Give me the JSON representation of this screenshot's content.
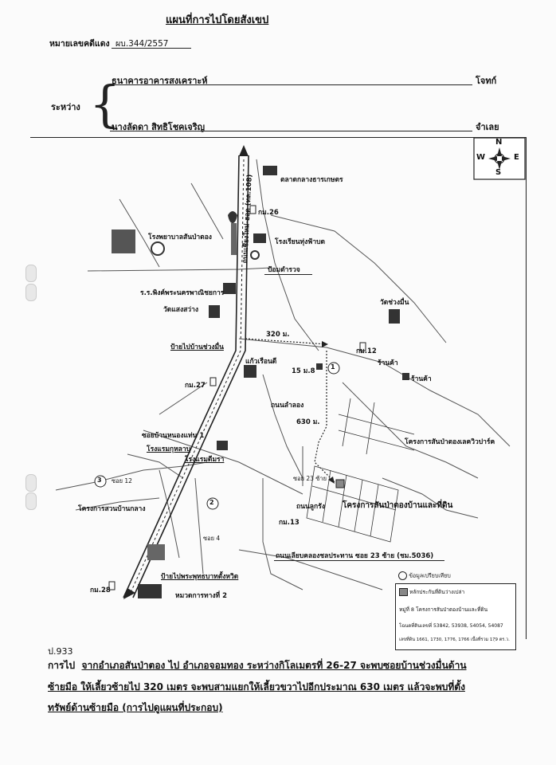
{
  "header": {
    "title": "แผนที่การไปโดยสังเขป",
    "case_label": "หมายเลขคดีแดง",
    "case_number": "ผบ.344/2557"
  },
  "parties": {
    "between_label": "ระหว่าง",
    "plaintiff": "ธนาคารอาคารสงเคราะห์",
    "plaintiff_role": "โจทก์",
    "defendant": "นางลัดดา สิทธิโชคเจริญ",
    "defendant_role": "จำเลย"
  },
  "compass": {
    "n": "N",
    "s": "S",
    "e": "E",
    "w": "W"
  },
  "map": {
    "market": "ตลาดกลางธารเกษตร",
    "km26": "กม.26",
    "hospital": "โรงพยาบาลสันป่าตอง",
    "school": "โรงเรียนทุ่งฟ้าบด",
    "police": "ป้อมตำรวจ",
    "pingkasem_school": "ร.ร.พิงค์พระนครพาณิชยการ",
    "wat_saengsawang": "วัดแสงสว่าง",
    "wat_chuang_muen": "วัดช่วงมื่น",
    "sign_baan_chuang_muen": "ป้ายไปบ้านช่วงมื่น",
    "dist_320": "320 ม.",
    "km12": "กม.12",
    "store1": "ร้านค้า",
    "store2": "ร้านค้า",
    "kaew_ruean_dee": "แก้วเรือนดี",
    "km27": "กม.27",
    "moo8": "15 ม.8",
    "circle1": "1",
    "dirt_road": "ถนนลำลอง",
    "dist_630": "630 ม.",
    "soi_nong_thaen": "ซอยบ้านหนองแท่น 1",
    "guest_house": "โรงแรมกุหลาบ",
    "hotel2": "โรงแรมดีมรา",
    "village_project": "โครงการสันป่าตองเลควิวปาร์ค",
    "circle3": "3",
    "circle2": "2",
    "soi_12": "ซอย 12",
    "soi_4": "ซอย 4",
    "soi_23": "ซอย 23 ซ้าย",
    "suan_baan_klang": "โครงการสวนบ้านกลาง",
    "paved_road": "ถนนลูกรัง",
    "property_project": "โครงการสันป่าตองบ้านและที่ดิน",
    "km13": "กม.13",
    "canal_road": "ถนนเลียบคลองชลประทาน ซอย 23 ซ้าย (ชม.5036)",
    "highway_label": "ถนนเชียงใหม่-ฮอด (ทล.108)",
    "km28": "กม.28",
    "sign_buddha": "ป้ายไปพระพุทธบาทตั้งหวิด",
    "district_office": "หมวดการทางที่ 2"
  },
  "legend": {
    "note": "ข้อมูลเปรียบเทียบ",
    "property_marker": "หลักประกันที่ดินว่างเปล่า",
    "project_line": "หมู่ที่ 8 โครงการสันป่าตองบ้านและที่ดิน",
    "deeds": "โฉนดที่ดินเลขที่ 53842, 53938, 54054, 54087",
    "land_nos": "เลขที่ดิน 1661, 1730, 1776, 1766 เนื้อที่รวม 17ฺ9 ตร.ว."
  },
  "footer": {
    "code": "ป.933",
    "line1a": "การไป",
    "line1b": "จากอำเภอสันป่าตอง ไป อำเภอจอมทอง ระหว่างกิโลเมตรที่ 26-27 จะพบซอยบ้านช่วงมื่นด้าน",
    "line2": "ซ้ายมือ ให้เลี้ยวซ้ายไป 320 เมตร จะพบสามแยกให้เลี้ยวขวาไปอีกประมาณ 630 เมตร   แล้วจะพบที่ตั้ง",
    "line3": "ทรัพย์ด้านซ้ายมือ  (การไปดูแผนที่ประกอบ)"
  },
  "colors": {
    "ink": "#111111",
    "road": "#444444",
    "highway": "#222222"
  }
}
